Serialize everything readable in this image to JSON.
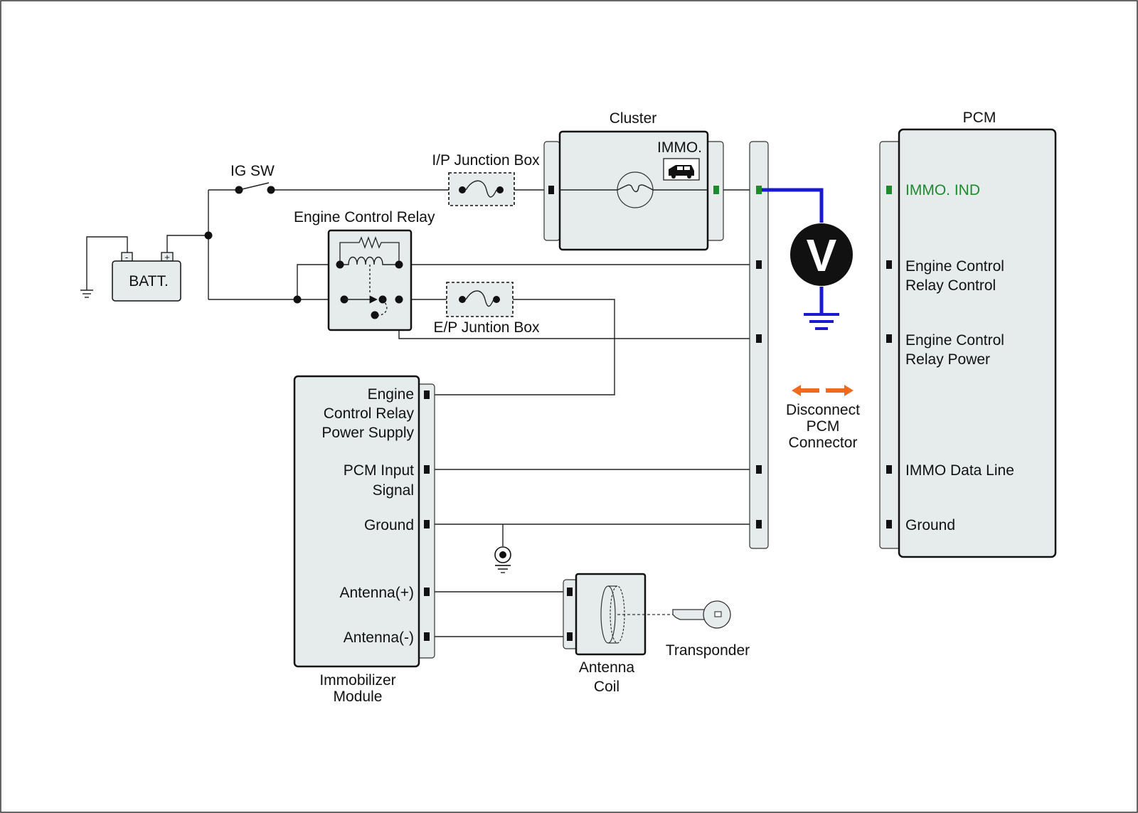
{
  "colors": {
    "background": "#ffffff",
    "component_fill": "#e6ecec",
    "wire": "#222222",
    "meter_lead": "#1a1acc",
    "highlight_pin": "#1e8a2e",
    "arrow": "#f06a1e"
  },
  "labels": {
    "ig_sw": "IG SW",
    "ip_junction_box": "I/P Junction Box",
    "ep_junction_box": "E/P Juntion Box",
    "engine_control_relay": "Engine Control Relay",
    "batt": "BATT.",
    "batt_minus": "-",
    "batt_plus": "+",
    "cluster": "Cluster",
    "immo": "IMMO.",
    "pcm": "PCM",
    "voltmeter": "V",
    "disconnect": [
      "Disconnect",
      "PCM",
      "Connector"
    ],
    "immobilizer_module": [
      "Immobilizer",
      "Module"
    ],
    "antenna_coil": [
      "Antenna",
      "Coil"
    ],
    "transponder": "Transponder"
  },
  "immobilizer_pins": [
    [
      "Engine",
      "Control Relay",
      "Power Supply"
    ],
    [
      "PCM Input",
      "Signal"
    ],
    [
      "Ground"
    ],
    [
      "Antenna(+)"
    ],
    [
      "Antenna(-)"
    ]
  ],
  "pcm_pins": [
    [
      "IMMO. IND"
    ],
    [
      "Engine Control",
      "Relay Control"
    ],
    [
      "Engine Control",
      "Relay Power"
    ],
    [
      "IMMO Data Line"
    ],
    [
      "Ground"
    ]
  ],
  "icons": [
    "ground-icon",
    "fuse-icon",
    "relay-coil-icon",
    "key-icon",
    "lamp-icon",
    "car-icon",
    "voltmeter-icon"
  ]
}
